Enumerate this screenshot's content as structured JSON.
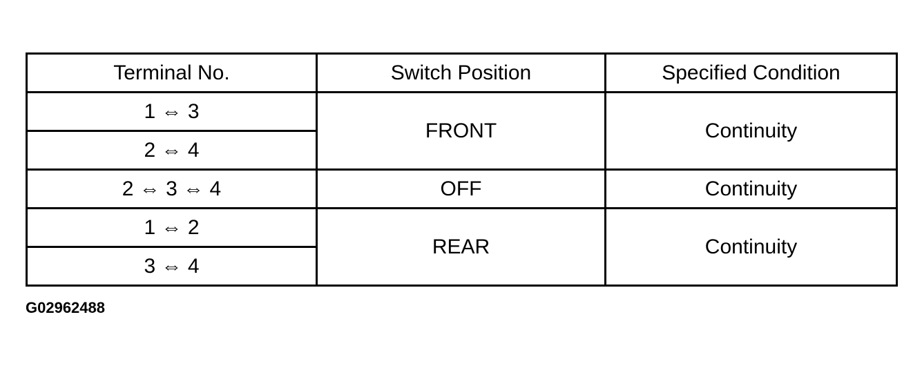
{
  "table": {
    "headers": [
      "Terminal No.",
      "Switch Position",
      "Specified Condition"
    ],
    "groups": [
      {
        "terminals": [
          "1 ⇔ 3",
          "2 ⇔ 4"
        ],
        "switch_position": "FRONT",
        "condition": "Continuity"
      },
      {
        "terminals": [
          "2 ⇔ 3 ⇔ 4"
        ],
        "switch_position": "OFF",
        "condition": "Continuity"
      },
      {
        "terminals": [
          "1 ⇔ 2",
          "3 ⇔ 4"
        ],
        "switch_position": "REAR",
        "condition": "Continuity"
      }
    ]
  },
  "figure_code": "G02962488"
}
